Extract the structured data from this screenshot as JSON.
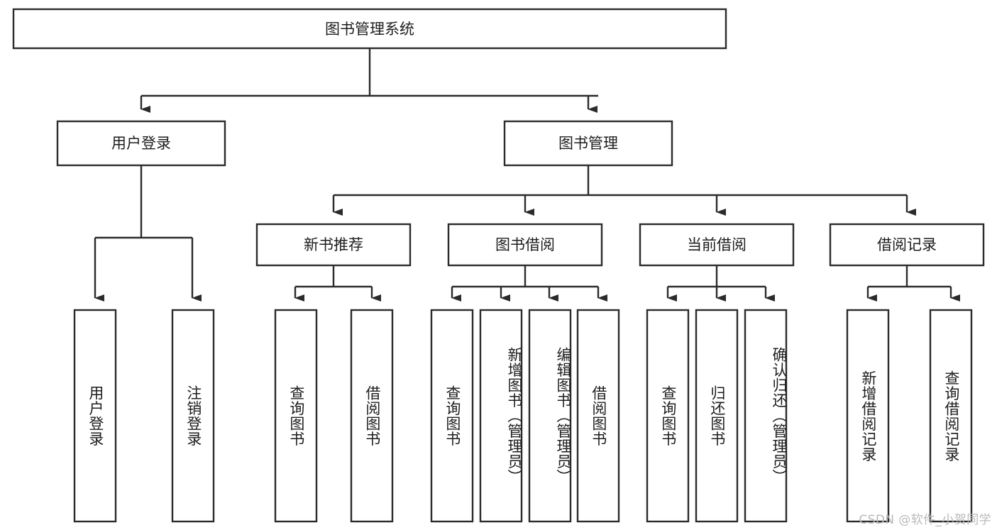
{
  "diagram": {
    "title": "图书管理系统",
    "type": "tree-hierarchy",
    "orientation": "top-down",
    "root": {
      "id": "root",
      "label": "图书管理系统"
    },
    "level2": [
      {
        "id": "user-login",
        "label": "用户登录"
      },
      {
        "id": "book-manage",
        "label": "图书管理"
      }
    ],
    "level3": [
      {
        "id": "new-book-recommend",
        "label": "新书推荐",
        "parent": "book-manage"
      },
      {
        "id": "book-borrow",
        "label": "图书借阅",
        "parent": "book-manage"
      },
      {
        "id": "current-borrow",
        "label": "当前借阅",
        "parent": "book-manage"
      },
      {
        "id": "borrow-record",
        "label": "借阅记录",
        "parent": "book-manage"
      }
    ],
    "leaves": [
      {
        "id": "leaf-user-login",
        "label": "用户登录",
        "parent": "user-login"
      },
      {
        "id": "leaf-user-logout",
        "label": "注销登录",
        "parent": "user-login"
      },
      {
        "id": "leaf-query-book-1",
        "label": "查询图书",
        "parent": "new-book-recommend"
      },
      {
        "id": "leaf-borrow-book-1",
        "label": "借阅图书",
        "parent": "new-book-recommend"
      },
      {
        "id": "leaf-query-book-2",
        "label": "查询图书",
        "parent": "book-borrow"
      },
      {
        "id": "leaf-add-book",
        "label": "新增图书（管理员）",
        "parent": "book-borrow"
      },
      {
        "id": "leaf-edit-book",
        "label": "编辑图书（管理员）",
        "parent": "book-borrow"
      },
      {
        "id": "leaf-borrow-book-2",
        "label": "借阅图书",
        "parent": "book-borrow"
      },
      {
        "id": "leaf-query-book-3",
        "label": "查询图书",
        "parent": "current-borrow"
      },
      {
        "id": "leaf-return-book",
        "label": "归还图书",
        "parent": "current-borrow"
      },
      {
        "id": "leaf-confirm-return",
        "label": "确认归还（管理员）",
        "parent": "current-borrow"
      },
      {
        "id": "leaf-add-record",
        "label": "新增借阅记录",
        "parent": "borrow-record"
      },
      {
        "id": "leaf-query-record",
        "label": "查询借阅记录",
        "parent": "borrow-record"
      }
    ]
  },
  "watermark": {
    "text": "CSDN @软件_小贺同学"
  },
  "colors": {
    "stroke": "#2b2b2b",
    "fill": "#ffffff",
    "text": "#1d1d1d",
    "watermark": "#b9b9b9",
    "background": "#ffffff"
  }
}
